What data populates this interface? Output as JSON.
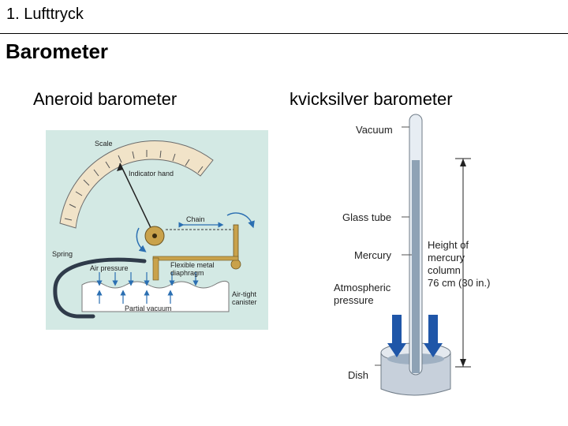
{
  "header": {
    "section": "1. Lufttryck"
  },
  "slide": {
    "title": "Barometer",
    "left_caption": "Aneroid barometer",
    "right_caption": "kvicksilver barometer"
  },
  "aneroid": {
    "scale": "Scale",
    "indicator_hand": "Indicator hand",
    "chain": "Chain",
    "spring": "Spring",
    "air_pressure": "Air pressure",
    "diaphragm_1": "Flexible metal",
    "diaphragm_2": "diaphragm",
    "canister_1": "Air-tight",
    "canister_2": "canister",
    "partial_vacuum": "Partial vacuum"
  },
  "mercury": {
    "vacuum": "Vacuum",
    "glass_tube": "Glass tube",
    "mercury": "Mercury",
    "height_1": "Height of",
    "height_2": "mercury",
    "height_3": "column",
    "height_4": "76 cm (30 in.)",
    "atm_1": "Atmospheric",
    "atm_2": "pressure",
    "dish": "Dish"
  },
  "colors": {
    "panel_bg": "#d3e9e4",
    "dial": "#f1e3c8",
    "mechanism": "#c9a24b",
    "blue_arrow": "#2b6fb2",
    "mercury": "#8ea2b5",
    "arrow_blue": "#1f56a8"
  }
}
